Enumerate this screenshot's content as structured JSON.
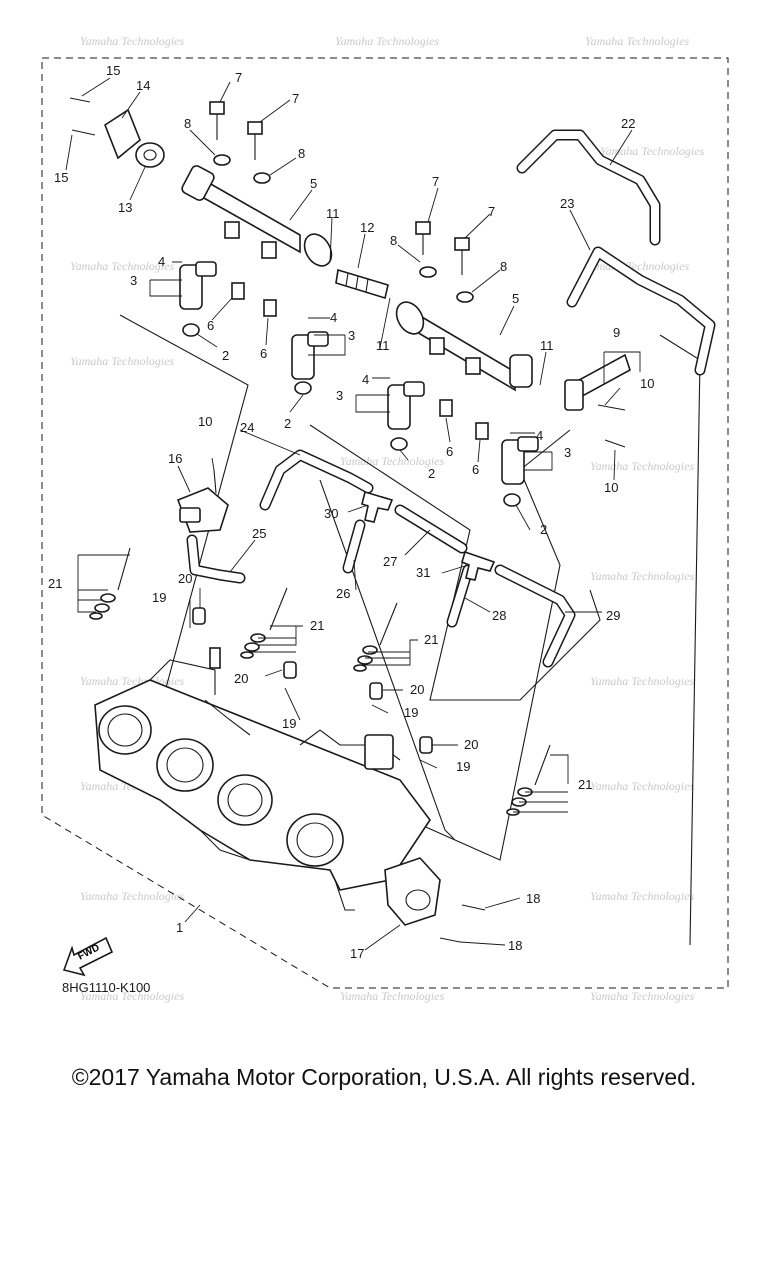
{
  "diagram": {
    "ref_code": "8HG1110-K100",
    "fwd_label": "FWD",
    "watermark": "Yamaha Technologies",
    "callouts": [
      "1",
      "2",
      "3",
      "4",
      "5",
      "6",
      "7",
      "8",
      "9",
      "10",
      "11",
      "12",
      "13",
      "14",
      "15",
      "16",
      "17",
      "18",
      "19",
      "20",
      "21",
      "22",
      "23",
      "24",
      "25",
      "26",
      "27",
      "28",
      "29",
      "30",
      "31"
    ]
  },
  "footer": {
    "copyright": "©2017 Yamaha Motor Corporation, U.S.A. All rights reserved."
  }
}
